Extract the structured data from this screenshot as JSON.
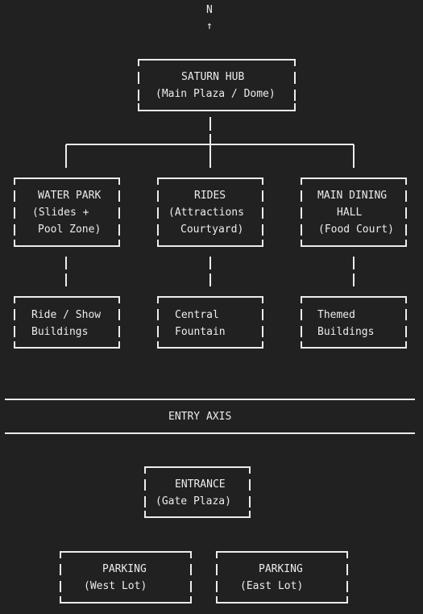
{
  "compass": {
    "label": "N",
    "arrow": "↑"
  },
  "hub": {
    "line1": "SATURN HUB",
    "line2": "(Main Plaza / Dome)"
  },
  "zones": [
    {
      "line1": "WATER PARK",
      "line2": "(Slides +",
      "line3": "Pool Zone)"
    },
    {
      "line1": "RIDES",
      "line2": "(Attractions",
      "line3": "Courtyard)"
    },
    {
      "line1": "MAIN DINING",
      "line2": "HALL",
      "line3": "(Food Court)"
    }
  ],
  "subzones": [
    {
      "line1": "Ride / Show",
      "line2": "Buildings"
    },
    {
      "line1": "Central",
      "line2": "Fountain"
    },
    {
      "line1": "Themed",
      "line2": "Buildings"
    }
  ],
  "entry_axis": {
    "label": "ENTRY AXIS"
  },
  "entrance": {
    "line1": "ENTRANCE",
    "line2": "(Gate Plaza)"
  },
  "parking": [
    {
      "line1": "PARKING",
      "line2": "(West Lot)"
    },
    {
      "line1": "PARKING",
      "line2": "(East Lot)"
    }
  ]
}
